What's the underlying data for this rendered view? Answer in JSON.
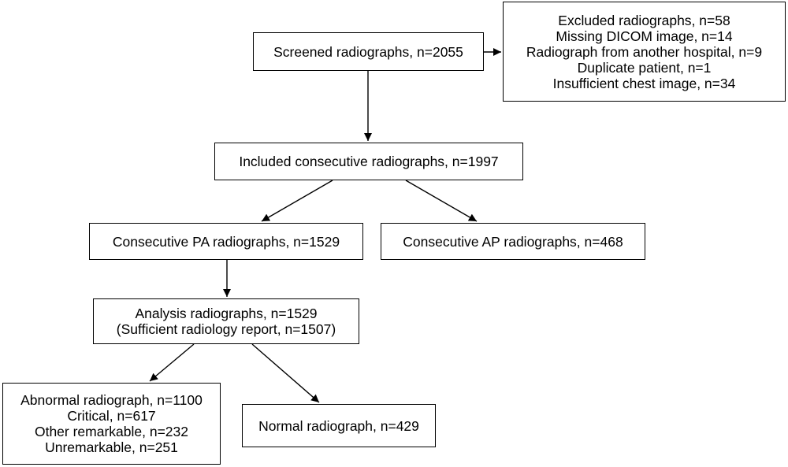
{
  "colors": {
    "stroke": "#000000",
    "fill": "#ffffff",
    "text": "#000000"
  },
  "nodes": {
    "screened": {
      "text": "Screened radiographs, n=2055"
    },
    "excluded": {
      "title": "Excluded radiographs, n=58",
      "reasons": [
        "Missing DICOM image, n=14",
        "Radiograph from another hospital, n=9",
        "Duplicate patient, n=1",
        "Insufficient chest image, n=34"
      ]
    },
    "included": {
      "text": "Included consecutive radiographs, n=1997"
    },
    "pa": {
      "text": "Consecutive PA radiographs, n=1529"
    },
    "ap": {
      "text": "Consecutive AP radiographs, n=468"
    },
    "analysis": {
      "line1": "Analysis radiographs, n=1529",
      "line2": "(Sufficient radiology report, n=1507)"
    },
    "abnormal": {
      "title": "Abnormal radiograph, n=1100",
      "items": [
        "Critical, n=617",
        "Other remarkable, n=232",
        "Unremarkable, n=251"
      ]
    },
    "normal": {
      "text": "Normal radiograph, n=429"
    }
  },
  "edges": [
    {
      "from": "screened",
      "to": "excluded"
    },
    {
      "from": "screened",
      "to": "included"
    },
    {
      "from": "included",
      "to": "pa"
    },
    {
      "from": "included",
      "to": "ap"
    },
    {
      "from": "pa",
      "to": "analysis"
    },
    {
      "from": "analysis",
      "to": "abnormal"
    },
    {
      "from": "analysis",
      "to": "normal"
    }
  ]
}
